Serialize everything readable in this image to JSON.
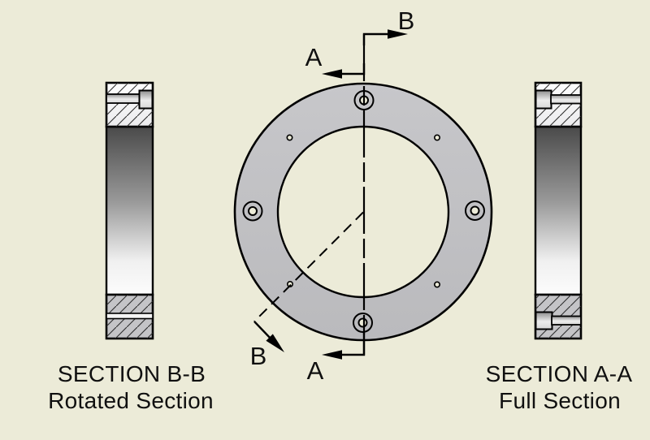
{
  "colors": {
    "sheet": "#ECEBD8",
    "part-gray": "#C1C1C4",
    "line": "#000000"
  },
  "front_view": {
    "label_b_top": "B",
    "label_a_top": "A",
    "label_a_bottom": "A",
    "label_b_bottom": "B"
  },
  "captions": {
    "left_title": "SECTION B-B",
    "left_subtitle": "Rotated Section",
    "right_title": "SECTION A-A",
    "right_subtitle": "Full Section"
  }
}
